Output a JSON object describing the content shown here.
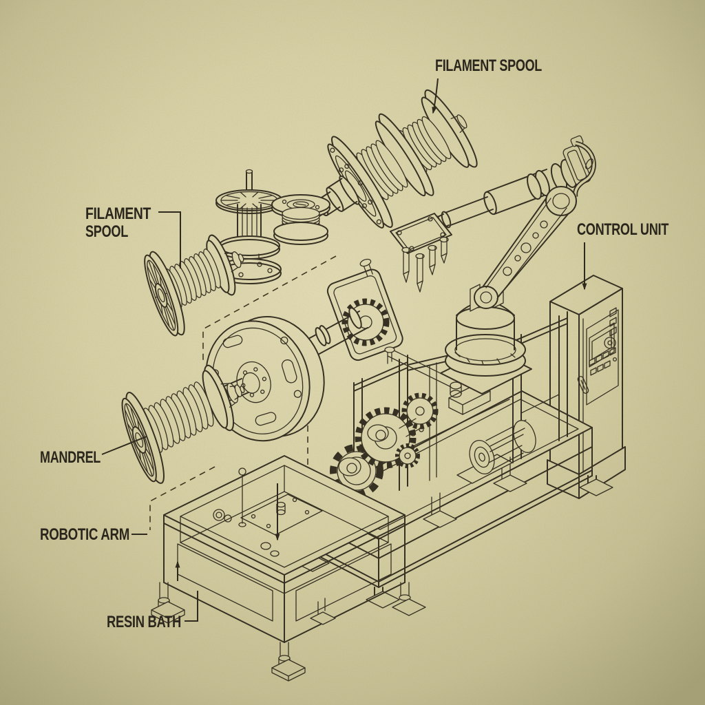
{
  "diagram": {
    "type": "isometric exploded technical illustration",
    "labels": {
      "top_spool": "FILAMENT SPOOL",
      "left_spool_line1": "FILAMENT",
      "left_spool_line2": "SPOOL",
      "control_unit": "CONTROL UNIT",
      "mandrel": "MANDREL",
      "robotic_arm": "ROBOTIC ARM",
      "resin_bath": "RESIN BATH"
    },
    "components": [
      "filament-spool-top",
      "filament-spool-left",
      "small-spool-tall",
      "small-spool-squat",
      "mandrel-spool",
      "mandrel-faceplate",
      "headstock-gear-plate",
      "robotic-arm",
      "end-effector",
      "machine-bed",
      "gear-train",
      "motor",
      "resin-bath",
      "control-unit"
    ],
    "colors": {
      "paper_center": "#e3dcb4",
      "paper_mid": "#d8d1a5",
      "paper_edge": "#a7a176",
      "ink": "#332d20",
      "label_ink": "#262219"
    }
  }
}
